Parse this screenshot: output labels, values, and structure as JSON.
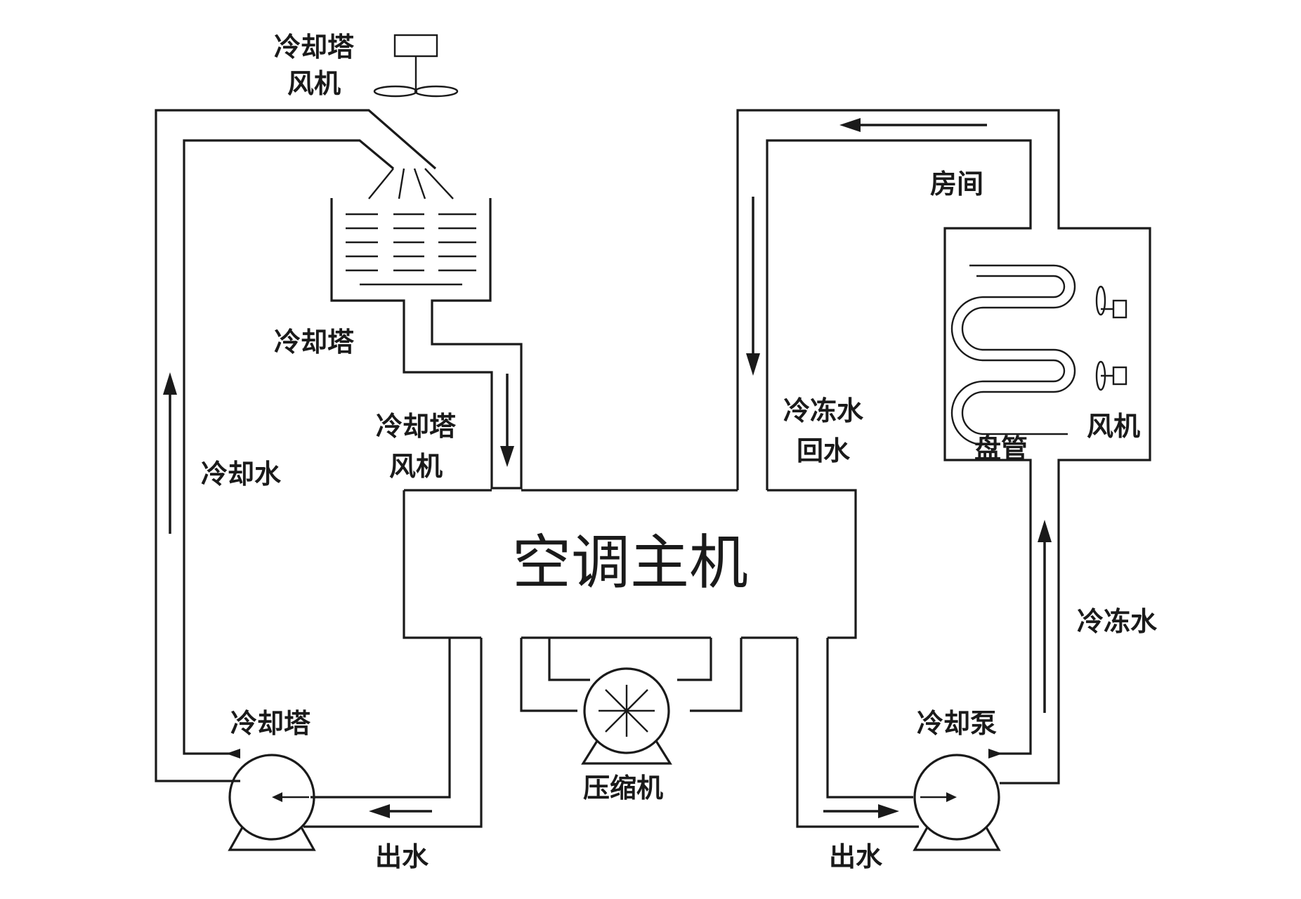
{
  "labels": {
    "tower_fan_top": [
      "冷却塔",
      "风机"
    ],
    "tower": "冷却塔",
    "tower_fan_mid": [
      "冷却塔",
      "风机"
    ],
    "cooling_water": "冷却水",
    "tower_pump_label": "冷却塔",
    "outlet_left": "出水",
    "main_unit": "空调主机",
    "compressor": "压缩机",
    "chilled_return": [
      "冷冻水",
      "回水"
    ],
    "room": "房间",
    "coil": "盘管",
    "fan": "风机",
    "chilled_water": "冷冻水",
    "cooling_pump": "冷却泵",
    "outlet_right": "出水"
  }
}
